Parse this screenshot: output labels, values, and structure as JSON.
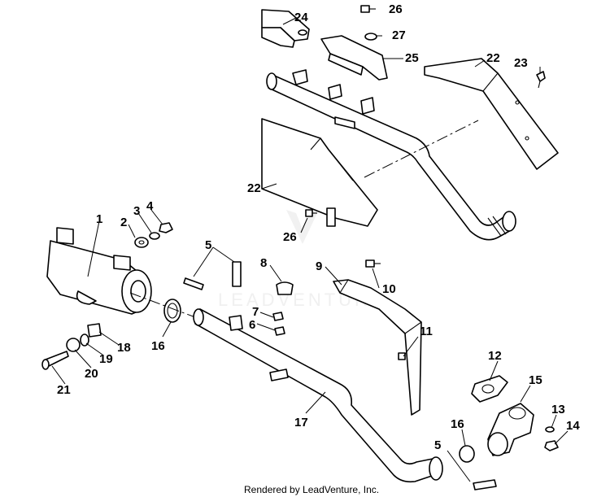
{
  "diagram": {
    "callouts": [
      "1",
      "2",
      "3",
      "4",
      "5",
      "6",
      "7",
      "8",
      "9",
      "10",
      "11",
      "12",
      "13",
      "14",
      "15",
      "16",
      "17",
      "18",
      "19",
      "20",
      "21",
      "22",
      "23",
      "24",
      "25",
      "26",
      "27"
    ],
    "watermark": "LEADVENTURE",
    "credit": "Rendered by LeadVenture, Inc."
  }
}
